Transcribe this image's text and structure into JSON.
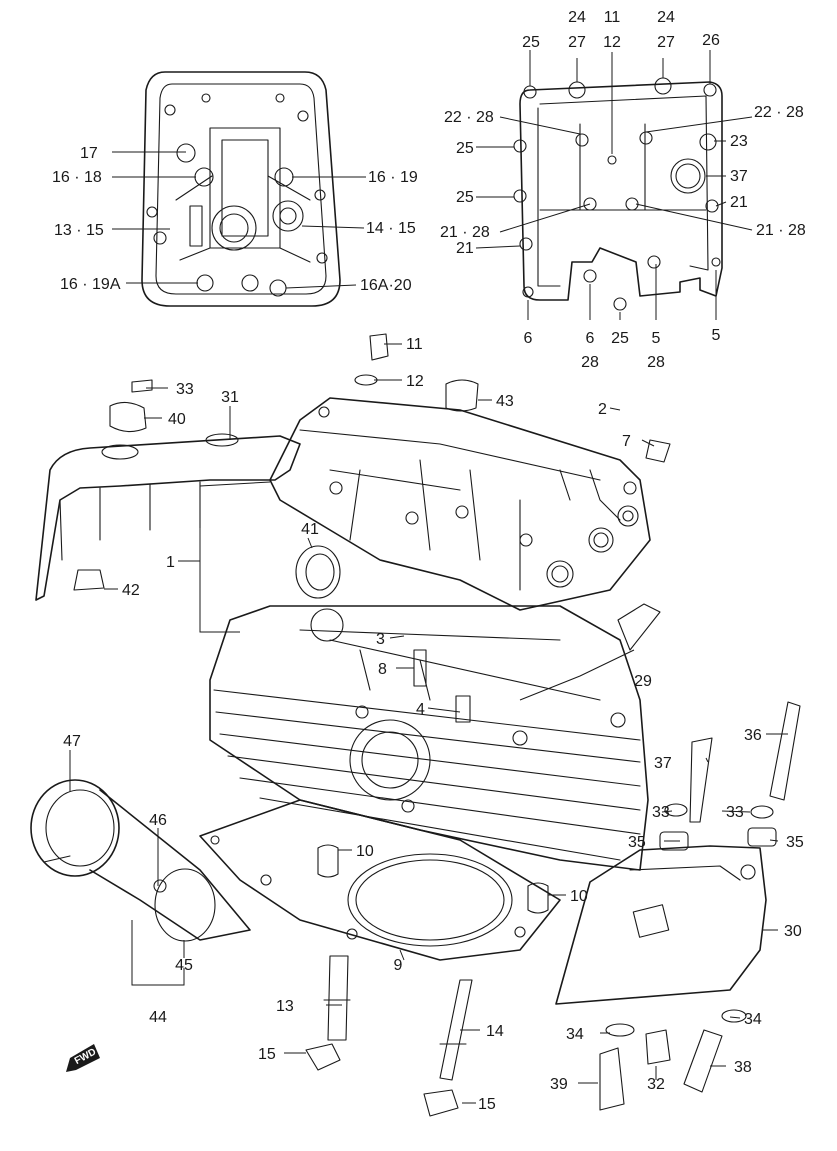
{
  "fwd_label": "FWD",
  "callouts": [
    {
      "id": "c24a",
      "text": "24"
    },
    {
      "id": "c27a",
      "text": "27"
    },
    {
      "id": "c11a",
      "text": "11"
    },
    {
      "id": "c12a",
      "text": "12"
    },
    {
      "id": "c24b",
      "text": "24"
    },
    {
      "id": "c27b",
      "text": "27"
    },
    {
      "id": "c25a",
      "text": "25"
    },
    {
      "id": "c26",
      "text": "26"
    },
    {
      "id": "c2228a",
      "text": "22 · 28"
    },
    {
      "id": "c2228b",
      "text": "22 · 28"
    },
    {
      "id": "c25b",
      "text": "25"
    },
    {
      "id": "c23",
      "text": "23"
    },
    {
      "id": "c25c",
      "text": "25"
    },
    {
      "id": "c37a",
      "text": "37"
    },
    {
      "id": "c21a",
      "text": "21"
    },
    {
      "id": "c2128a",
      "text": "21 · 28"
    },
    {
      "id": "c2128b",
      "text": "21 · 28"
    },
    {
      "id": "c21b",
      "text": "21"
    },
    {
      "id": "c6a",
      "text": "6"
    },
    {
      "id": "c6b",
      "text": "6"
    },
    {
      "id": "c28a",
      "text": "28"
    },
    {
      "id": "c25d",
      "text": "25"
    },
    {
      "id": "c5a",
      "text": "5"
    },
    {
      "id": "c28b",
      "text": "28"
    },
    {
      "id": "c5b",
      "text": "5"
    },
    {
      "id": "c17",
      "text": "17"
    },
    {
      "id": "c1618",
      "text": "16 · 18"
    },
    {
      "id": "c1619",
      "text": "16 · 19"
    },
    {
      "id": "c1315",
      "text": "13 · 15"
    },
    {
      "id": "c1415",
      "text": "14 · 15"
    },
    {
      "id": "c1619A",
      "text": "16 · 19A"
    },
    {
      "id": "c16A20",
      "text": "16A·20"
    },
    {
      "id": "c11b",
      "text": "11"
    },
    {
      "id": "c12b",
      "text": "12"
    },
    {
      "id": "c33a",
      "text": "33"
    },
    {
      "id": "c43",
      "text": "43"
    },
    {
      "id": "c31",
      "text": "31"
    },
    {
      "id": "c40",
      "text": "40"
    },
    {
      "id": "c2",
      "text": "2"
    },
    {
      "id": "c7",
      "text": "7"
    },
    {
      "id": "c1",
      "text": "1"
    },
    {
      "id": "c41",
      "text": "41"
    },
    {
      "id": "c42",
      "text": "42"
    },
    {
      "id": "c3",
      "text": "3"
    },
    {
      "id": "c8",
      "text": "8"
    },
    {
      "id": "c29",
      "text": "29"
    },
    {
      "id": "c4",
      "text": "4"
    },
    {
      "id": "c47",
      "text": "47"
    },
    {
      "id": "c36",
      "text": "36"
    },
    {
      "id": "c37b",
      "text": "37"
    },
    {
      "id": "c46",
      "text": "46"
    },
    {
      "id": "c33b",
      "text": "33"
    },
    {
      "id": "c33c",
      "text": "33"
    },
    {
      "id": "c35a",
      "text": "35"
    },
    {
      "id": "c35b",
      "text": "35"
    },
    {
      "id": "c10a",
      "text": "10"
    },
    {
      "id": "c10b",
      "text": "10"
    },
    {
      "id": "c30",
      "text": "30"
    },
    {
      "id": "c45",
      "text": "45"
    },
    {
      "id": "c9",
      "text": "9"
    },
    {
      "id": "c44",
      "text": "44"
    },
    {
      "id": "c13",
      "text": "13"
    },
    {
      "id": "c14",
      "text": "14"
    },
    {
      "id": "c34a",
      "text": "34"
    },
    {
      "id": "c34b",
      "text": "34"
    },
    {
      "id": "c15a",
      "text": "15"
    },
    {
      "id": "c15b",
      "text": "15"
    },
    {
      "id": "c39",
      "text": "39"
    },
    {
      "id": "c32",
      "text": "32"
    },
    {
      "id": "c38",
      "text": "38"
    }
  ]
}
